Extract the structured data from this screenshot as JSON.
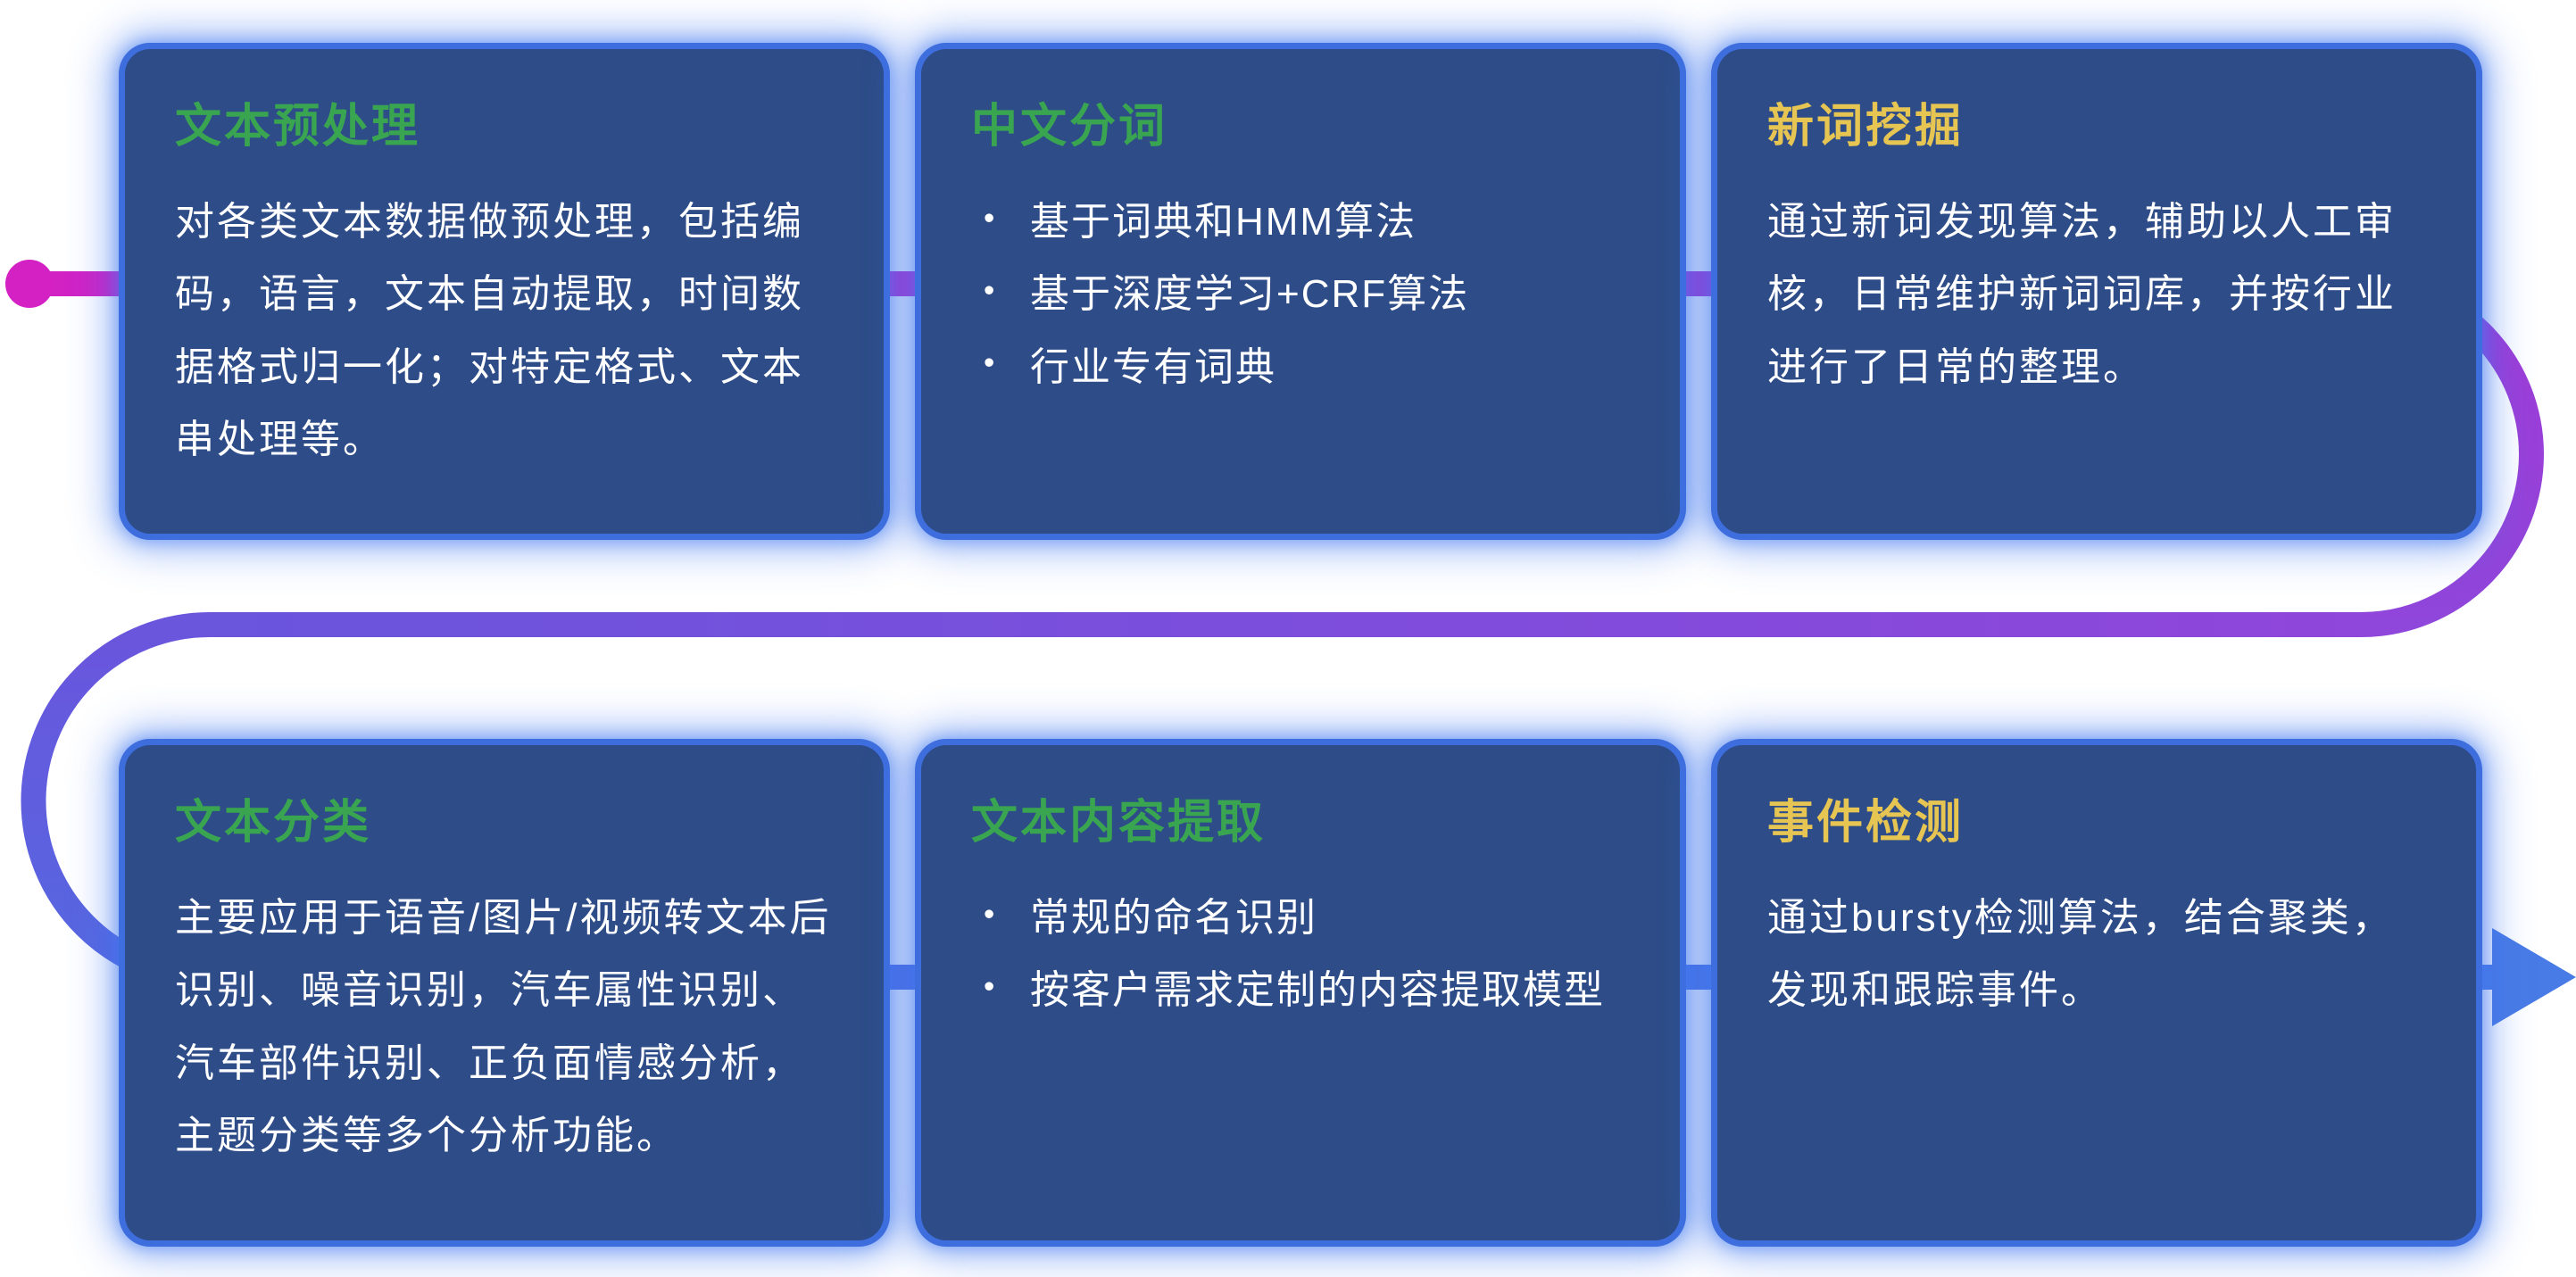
{
  "flow": {
    "start_color": "#d321c4",
    "top_end_color": "#a13ad6",
    "mid_color": "#8f46da",
    "left_curve_color": "#6a55dd",
    "end_color": "#497be6",
    "card_background": "#2d4c88",
    "card_glow_color": "#3e6ede",
    "title_green": "#3aa551",
    "title_yellow": "#e6c553",
    "body_text_color": "#ffffff"
  },
  "cards": [
    {
      "title": "文本预处理",
      "title_color": "#3aa551",
      "body": "对各类文本数据做预处理，包括编码，语言，文本自动提取，时间数据格式归一化；对特定格式、文本串处理等。"
    },
    {
      "title": "中文分词",
      "title_color": "#3aa551",
      "bullets": [
        "基于词典和HMM算法",
        "基于深度学习+CRF算法",
        "行业专有词典"
      ]
    },
    {
      "title": "新词挖掘",
      "title_color": "#e6c553",
      "body": "通过新词发现算法，辅助以人工审核，日常维护新词词库，并按行业进行了日常的整理。"
    },
    {
      "title": "文本分类",
      "title_color": "#3aa551",
      "body": "主要应用于语音/图片/视频转文本后识别、噪音识别，汽车属性识别、汽车部件识别、正负面情感分析，主题分类等多个分析功能。"
    },
    {
      "title": "文本内容提取",
      "title_color": "#3aa551",
      "bullets": [
        "常规的命名识别",
        "按客户需求定制的内容提取模型"
      ]
    },
    {
      "title": "事件检测",
      "title_color": "#e6c553",
      "body": "通过bursty检测算法，结合聚类，发现和跟踪事件。"
    }
  ]
}
